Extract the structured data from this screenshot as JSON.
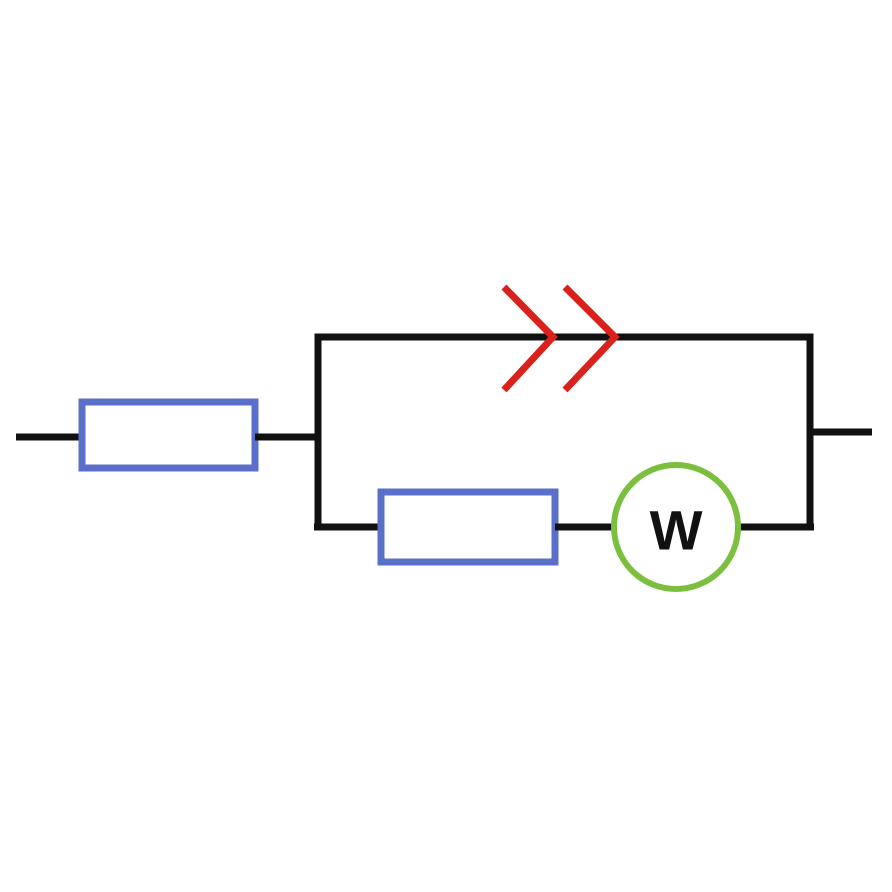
{
  "diagram": {
    "type": "circuit-schematic",
    "components": [
      {
        "id": "series-resistor",
        "kind": "resistor"
      },
      {
        "id": "top-branch-arrow",
        "kind": "double-chevron-arrow",
        "direction": "right"
      },
      {
        "id": "branch-resistor",
        "kind": "resistor"
      },
      {
        "id": "wattmeter",
        "kind": "meter",
        "label": "W"
      }
    ],
    "connections": [
      [
        "input-lead",
        "series-resistor"
      ],
      [
        "series-resistor",
        "left-junction"
      ],
      [
        "left-junction",
        "top-branch-arrow"
      ],
      [
        "top-branch-arrow",
        "right-junction"
      ],
      [
        "left-junction",
        "branch-resistor"
      ],
      [
        "branch-resistor",
        "wattmeter"
      ],
      [
        "wattmeter",
        "right-junction"
      ],
      [
        "right-junction",
        "output-lead"
      ]
    ]
  },
  "colors": {
    "wire": "#111111",
    "resistor": "#5a6fc9",
    "arrow": "#d9221c",
    "meter_ring": "#7cbf3f",
    "meter_label": "#111111",
    "background": "#ffffff"
  },
  "icons": {
    "arrow": "double-chevron-right-icon"
  }
}
